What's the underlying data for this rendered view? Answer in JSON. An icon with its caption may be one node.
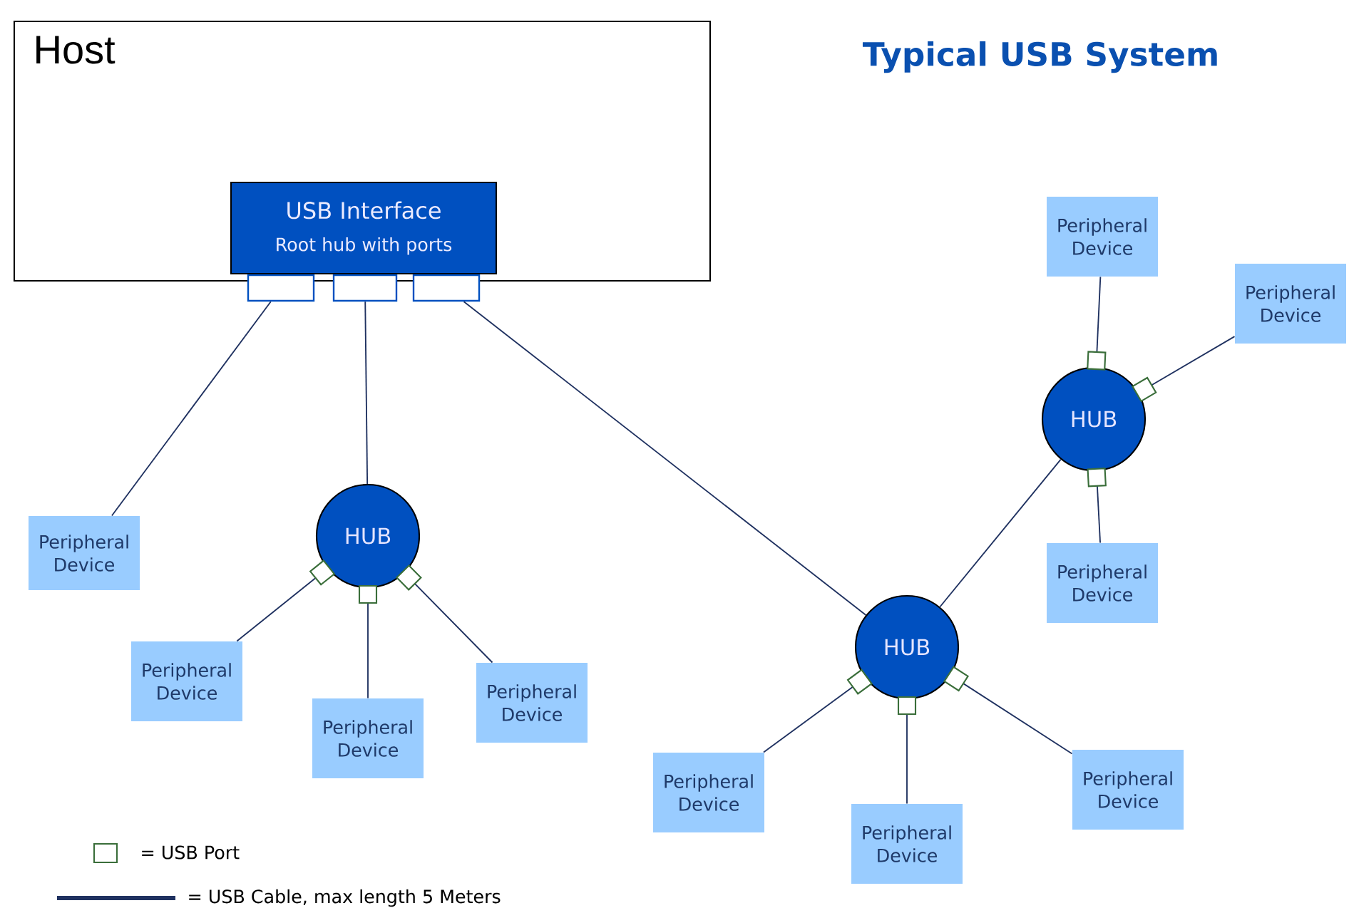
{
  "diagram": {
    "title": "Typical USB System",
    "nodes": [
      {
        "text": [
          "Host"
        ]
      },
      {
        "text": [
          "USB Interface",
          "Root hub with ports"
        ],
        "in": 0
      },
      {
        "text": [],
        "shape": "box"
      },
      {
        "text": [],
        "shape": "box"
      },
      {
        "text": [],
        "shape": "box"
      },
      {
        "text": [
          "HUB"
        ]
      },
      {
        "text": [
          "HUB"
        ]
      },
      {
        "text": [
          "HUB"
        ]
      },
      {
        "text": [
          "Peripheral Device"
        ]
      },
      {
        "text": [
          "Peripheral Device"
        ]
      },
      {
        "text": [
          "Peripheral Device"
        ]
      },
      {
        "text": [
          "Peripheral Device"
        ]
      },
      {
        "text": [
          "Peripheral Device"
        ]
      },
      {
        "text": [
          "Peripheral Device"
        ]
      },
      {
        "text": [
          "Peripheral Device"
        ]
      },
      {
        "text": [
          "Peripheral Device"
        ]
      },
      {
        "text": [
          "Peripheral Device"
        ]
      },
      {
        "text": [
          "Peripheral Device"
        ]
      }
    ],
    "edges": [
      {
        "from": 2,
        "to": 8,
        "arrow": "none"
      },
      {
        "from": 3,
        "to": 5,
        "arrow": "none"
      },
      {
        "from": 4,
        "to": 6,
        "arrow": "none"
      },
      {
        "from": 5,
        "to": 9,
        "arrow": "none"
      },
      {
        "from": 5,
        "to": 10,
        "arrow": "none"
      },
      {
        "from": 5,
        "to": 11,
        "arrow": "none"
      },
      {
        "from": 6,
        "to": 12,
        "arrow": "none"
      },
      {
        "from": 6,
        "to": 13,
        "arrow": "none"
      },
      {
        "from": 6,
        "to": 14,
        "arrow": "none"
      },
      {
        "from": 6,
        "to": 7,
        "arrow": "none"
      },
      {
        "from": 7,
        "to": 15,
        "arrow": "none"
      },
      {
        "from": 7,
        "to": 16,
        "arrow": "none"
      },
      {
        "from": 7,
        "to": 17,
        "arrow": "none"
      }
    ],
    "legend": [
      {
        "text": "= USB Port"
      },
      {
        "text": "= USB Cable, max length 5 Meters"
      }
    ]
  }
}
